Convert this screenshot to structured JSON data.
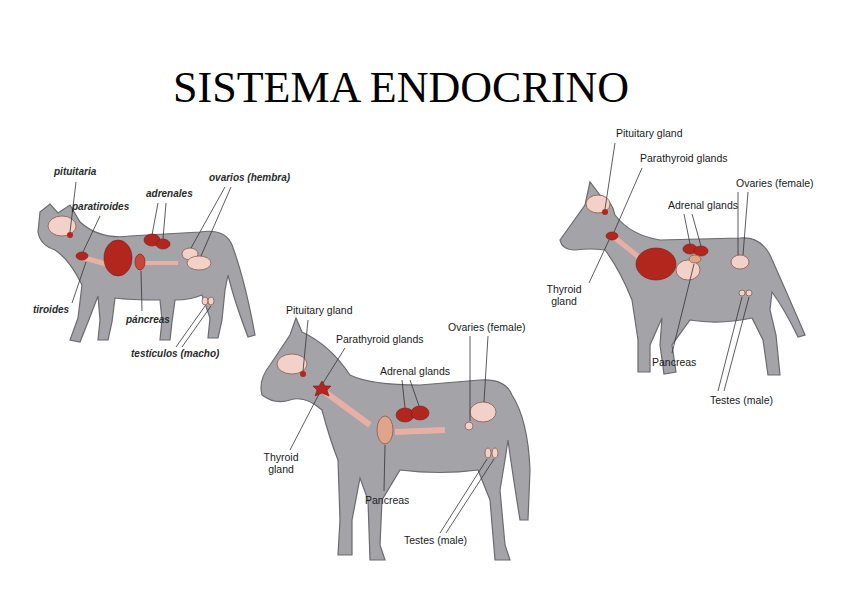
{
  "diagram": {
    "title": "SISTEMA ENDOCRINO",
    "labels": [
      "pituitaria",
      "paratiroides",
      "adrenales",
      "ovarios (hembra)",
      "tiroides",
      "páncreas",
      "testículos (macho)",
      "Pituitary gland",
      "Parathyroid glands",
      "Ovaries (female)",
      "Adrenal glands",
      "Thyroid gland",
      "Pancreas",
      "Testes (male)",
      "Pituitary gland",
      "Parathyroid glands",
      "Ovaries (female)",
      "Adrenal glands",
      "Thyroid gland",
      "Pancreas",
      "Testes (male)"
    ]
  }
}
